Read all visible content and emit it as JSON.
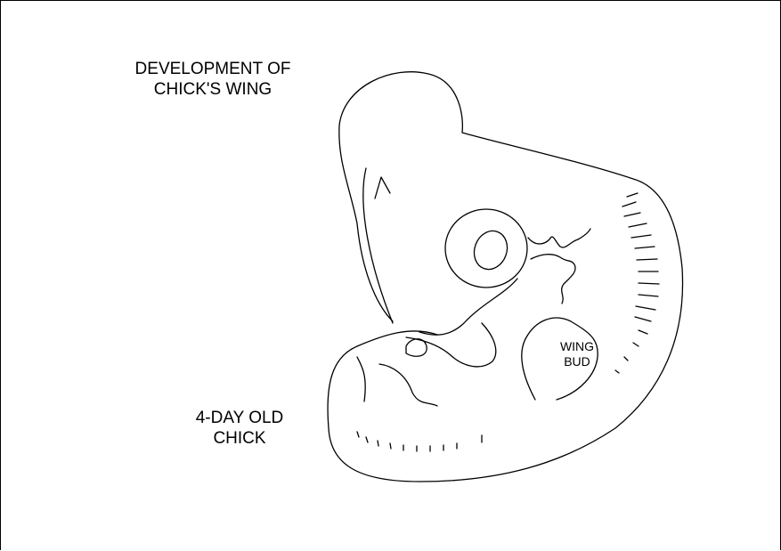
{
  "title": {
    "line1": "DEVELOPMENT OF",
    "line2": "CHICK'S WING"
  },
  "age_label": {
    "line1": "4-DAY OLD",
    "line2": "CHICK"
  },
  "wing_bud_label": {
    "line1": "WING",
    "line2": "BUD"
  },
  "colors": {
    "background": "#ffffff",
    "line": "#000000"
  }
}
